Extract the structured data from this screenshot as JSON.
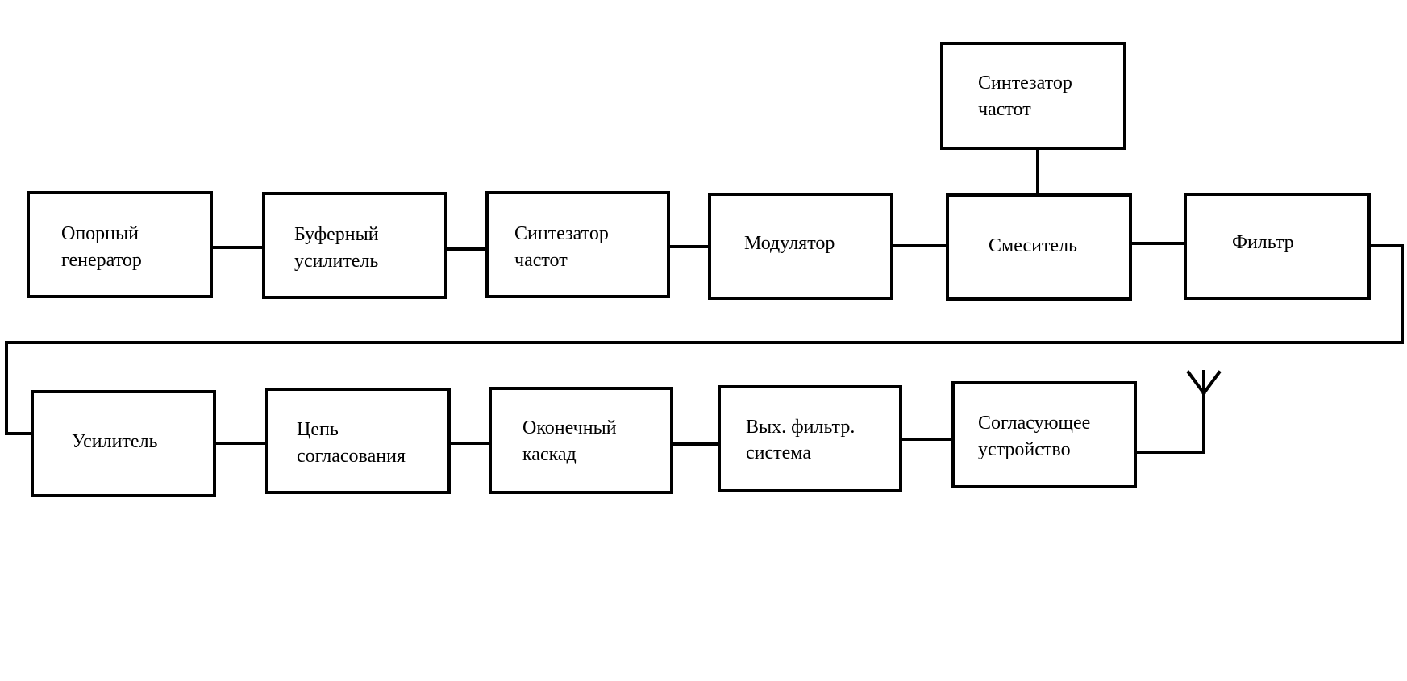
{
  "diagram": {
    "blocks": {
      "reference_oscillator": [
        "Опорный",
        "генератор"
      ],
      "buffer_amplifier": [
        "Буферный",
        "усилитель"
      ],
      "frequency_synthesizer": [
        "Синтезатор",
        "частот"
      ],
      "modulator": [
        "Модулятор"
      ],
      "mixer": [
        "Смеситель"
      ],
      "filter": [
        "Фильтр"
      ],
      "frequency_synthesizer_top": [
        "Синтезатор",
        "частот"
      ],
      "amplifier": [
        "Усилитель"
      ],
      "matching_circuit": [
        "Цепь",
        "согласования"
      ],
      "final_stage": [
        "Оконечный",
        "каскад"
      ],
      "output_filter_system": [
        "Вых. фильтр.",
        "система"
      ],
      "matching_device": [
        "Согласующее",
        "устройство"
      ]
    },
    "colors": {
      "line": "#000000",
      "background": "#ffffff"
    },
    "icons": [
      "antenna-icon"
    ]
  }
}
